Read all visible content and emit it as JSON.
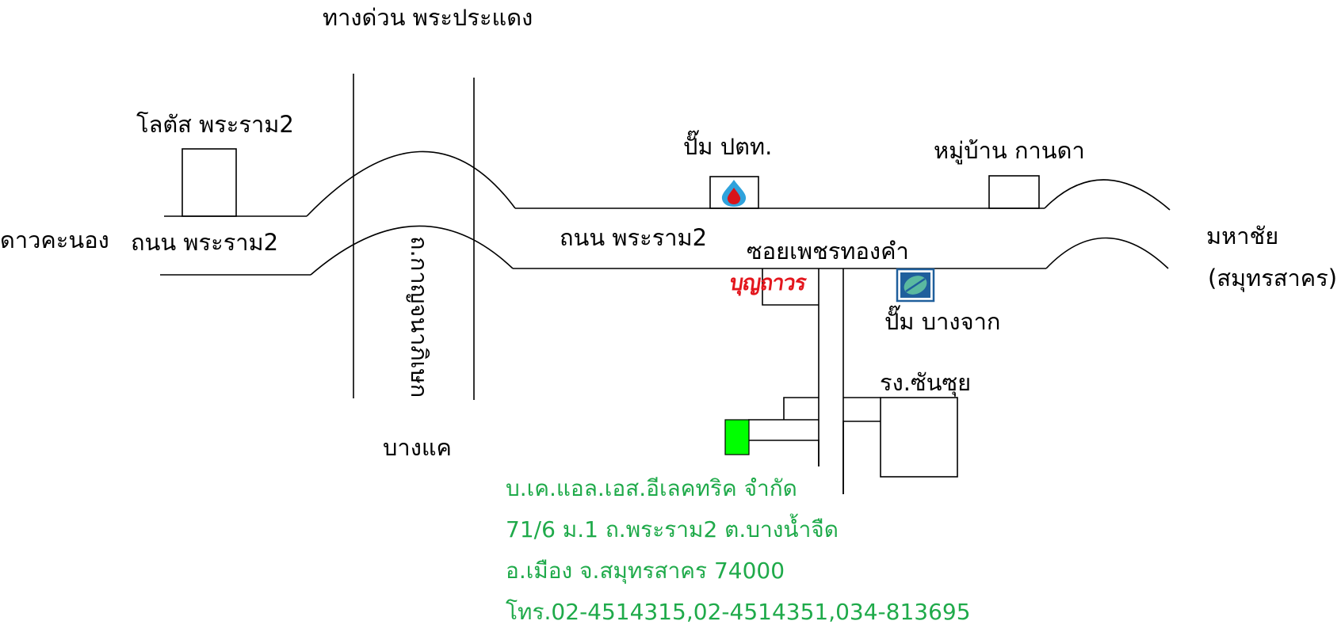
{
  "labels": {
    "expressway": "ทางด่วน พระประแดง",
    "lotus": "โลตัส พระราม2",
    "ptt_pump": "ปั๊ม ปตท.",
    "kanda_village": "หมู่บ้าน กานดา",
    "dao_khanong": "ดาวคะนอง",
    "rama2_left": "ถนน พระราม2",
    "rama2_center": "ถนน พระราม2",
    "soi_phet": "ซอยเพชรทองคำ",
    "mahachai": "มหาชัย",
    "samut_sakhon": "(สมุทรสาคร)",
    "kanchana_road": "ถ.กาญจนาภิเษก",
    "bangchak_pump": "ปั๊ม บางจาก",
    "sunsui_factory": "รง.ซันซุย",
    "bang_khae": "บางแค"
  },
  "logos": {
    "boonthavorn": "บุญถาวร"
  },
  "address": {
    "company": "บ.เค.แอล.เอส.อีเลคทริค จำกัด",
    "line1": "71/6 ม.1 ถ.พระราม2 ต.บางน้ำจืด",
    "line2": "อ.เมือง จ.สมุทรสาคร 74000",
    "phone": "โทร.02-4514315,02-4514351,034-813695"
  },
  "colors": {
    "address_text": "#1faa4a",
    "boonthavorn_red": "#e3161d",
    "company_marker": "#00ff00",
    "ptt_blue": "#2fa2dc",
    "ptt_red": "#d7141b",
    "bangchak_blue": "#1f5f9c",
    "bangchak_green": "#5ab9a0"
  },
  "icons": [
    "ptt-logo-icon",
    "bangchak-logo-icon",
    "company-location-marker"
  ]
}
